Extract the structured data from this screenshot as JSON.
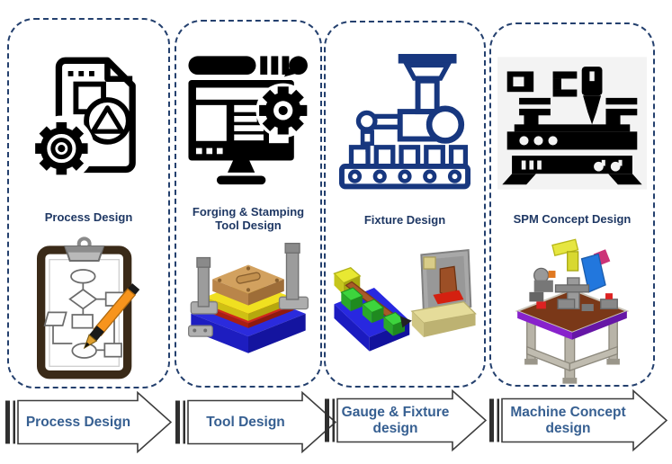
{
  "colors": {
    "card_border": "#24406e",
    "card_label_text": "#1f3864",
    "arrow_label_text": "#365f91",
    "arrow_outline": "#3d3d3d",
    "icon_black": "#000000",
    "icon_navy": "#17377f"
  },
  "cards": [
    {
      "label": "Process Design",
      "icon": "document-shapes-gear-icon",
      "image": "flowchart-clipboard-illustration"
    },
    {
      "label": "Forging & Stamping Tool Design",
      "icon": "cad-monitor-gear-icon",
      "image": "stamping-die-cad-illustration"
    },
    {
      "label": "Fixture Design",
      "icon": "robot-arm-conveyor-icon",
      "image": "fixture-cad-illustration"
    },
    {
      "label": "SPM  Concept Design",
      "icon": "cnc-machine-icon",
      "image": "spm-machine-cad-illustration"
    }
  ],
  "arrows": [
    {
      "label": "Process Design"
    },
    {
      "label": "Tool Design"
    },
    {
      "label": "Gauge & Fixture design"
    },
    {
      "label": "Machine Concept design"
    }
  ]
}
